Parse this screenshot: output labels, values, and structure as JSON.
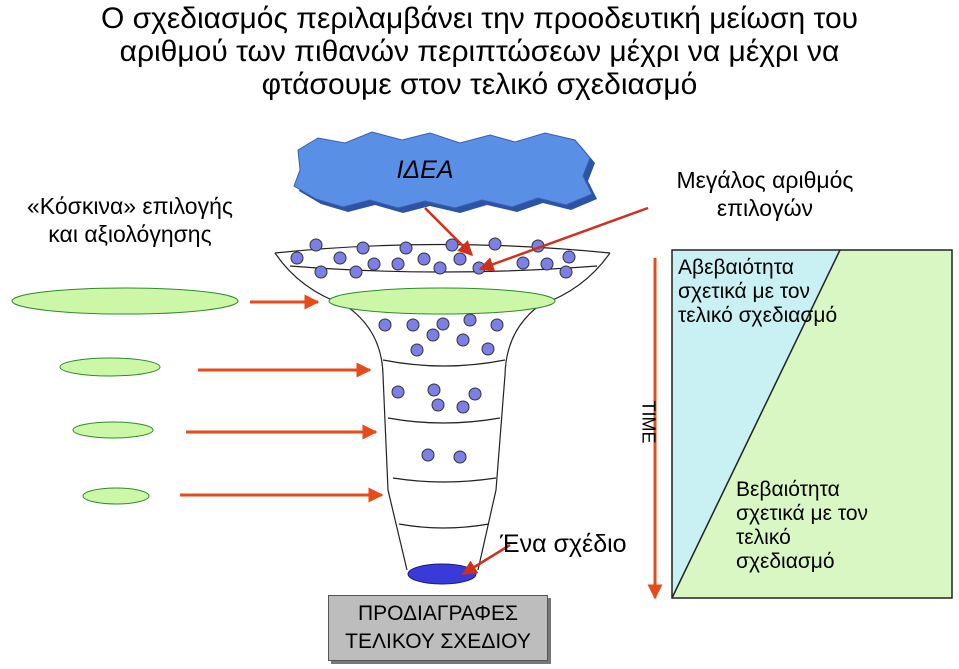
{
  "title_lines": [
    "Ο σχεδιασμός περιλαμβάνει την προοδευτική μείωση του",
    "αριθμού των πιθανών περιπτώσεων μέχρι να μέχρι να",
    "φτάσουμε στον τελικό σχεδιασμό"
  ],
  "filters_label_lines": [
    "«Κόσκινα» επιλογής",
    "και αξιολόγησης"
  ],
  "idea_label": "ΙΔΕΑ",
  "options_label_lines": [
    "Μεγάλος αριθμός",
    "επιλογών"
  ],
  "uncertainty_label_lines": [
    "Αβεβαιότητα",
    "σχετικά με τον",
    "τελικό σχεδιασμό"
  ],
  "certainty_label_lines": [
    "Βεβαιότητα",
    "σχετικά με τον",
    "τελικό",
    "σχεδιασμό"
  ],
  "time_label": "TIME",
  "one_design_label": "Ένα σχέδιο",
  "specs_lines": [
    "ΠΡΟΔΙΑΓΡΑΦΕΣ",
    "ΤΕΛΙΚΟΥ ΣΧΕΔΙΟΥ"
  ],
  "colors": {
    "cloud": "#5a8fe6",
    "filter": "#ccf7a6",
    "arrow": "#e84a1a",
    "dot": "#7b7fe6",
    "uncertainty": "#c9f0f2",
    "certainty": "#d9f7c3",
    "outcome": "#3a3ad8"
  }
}
